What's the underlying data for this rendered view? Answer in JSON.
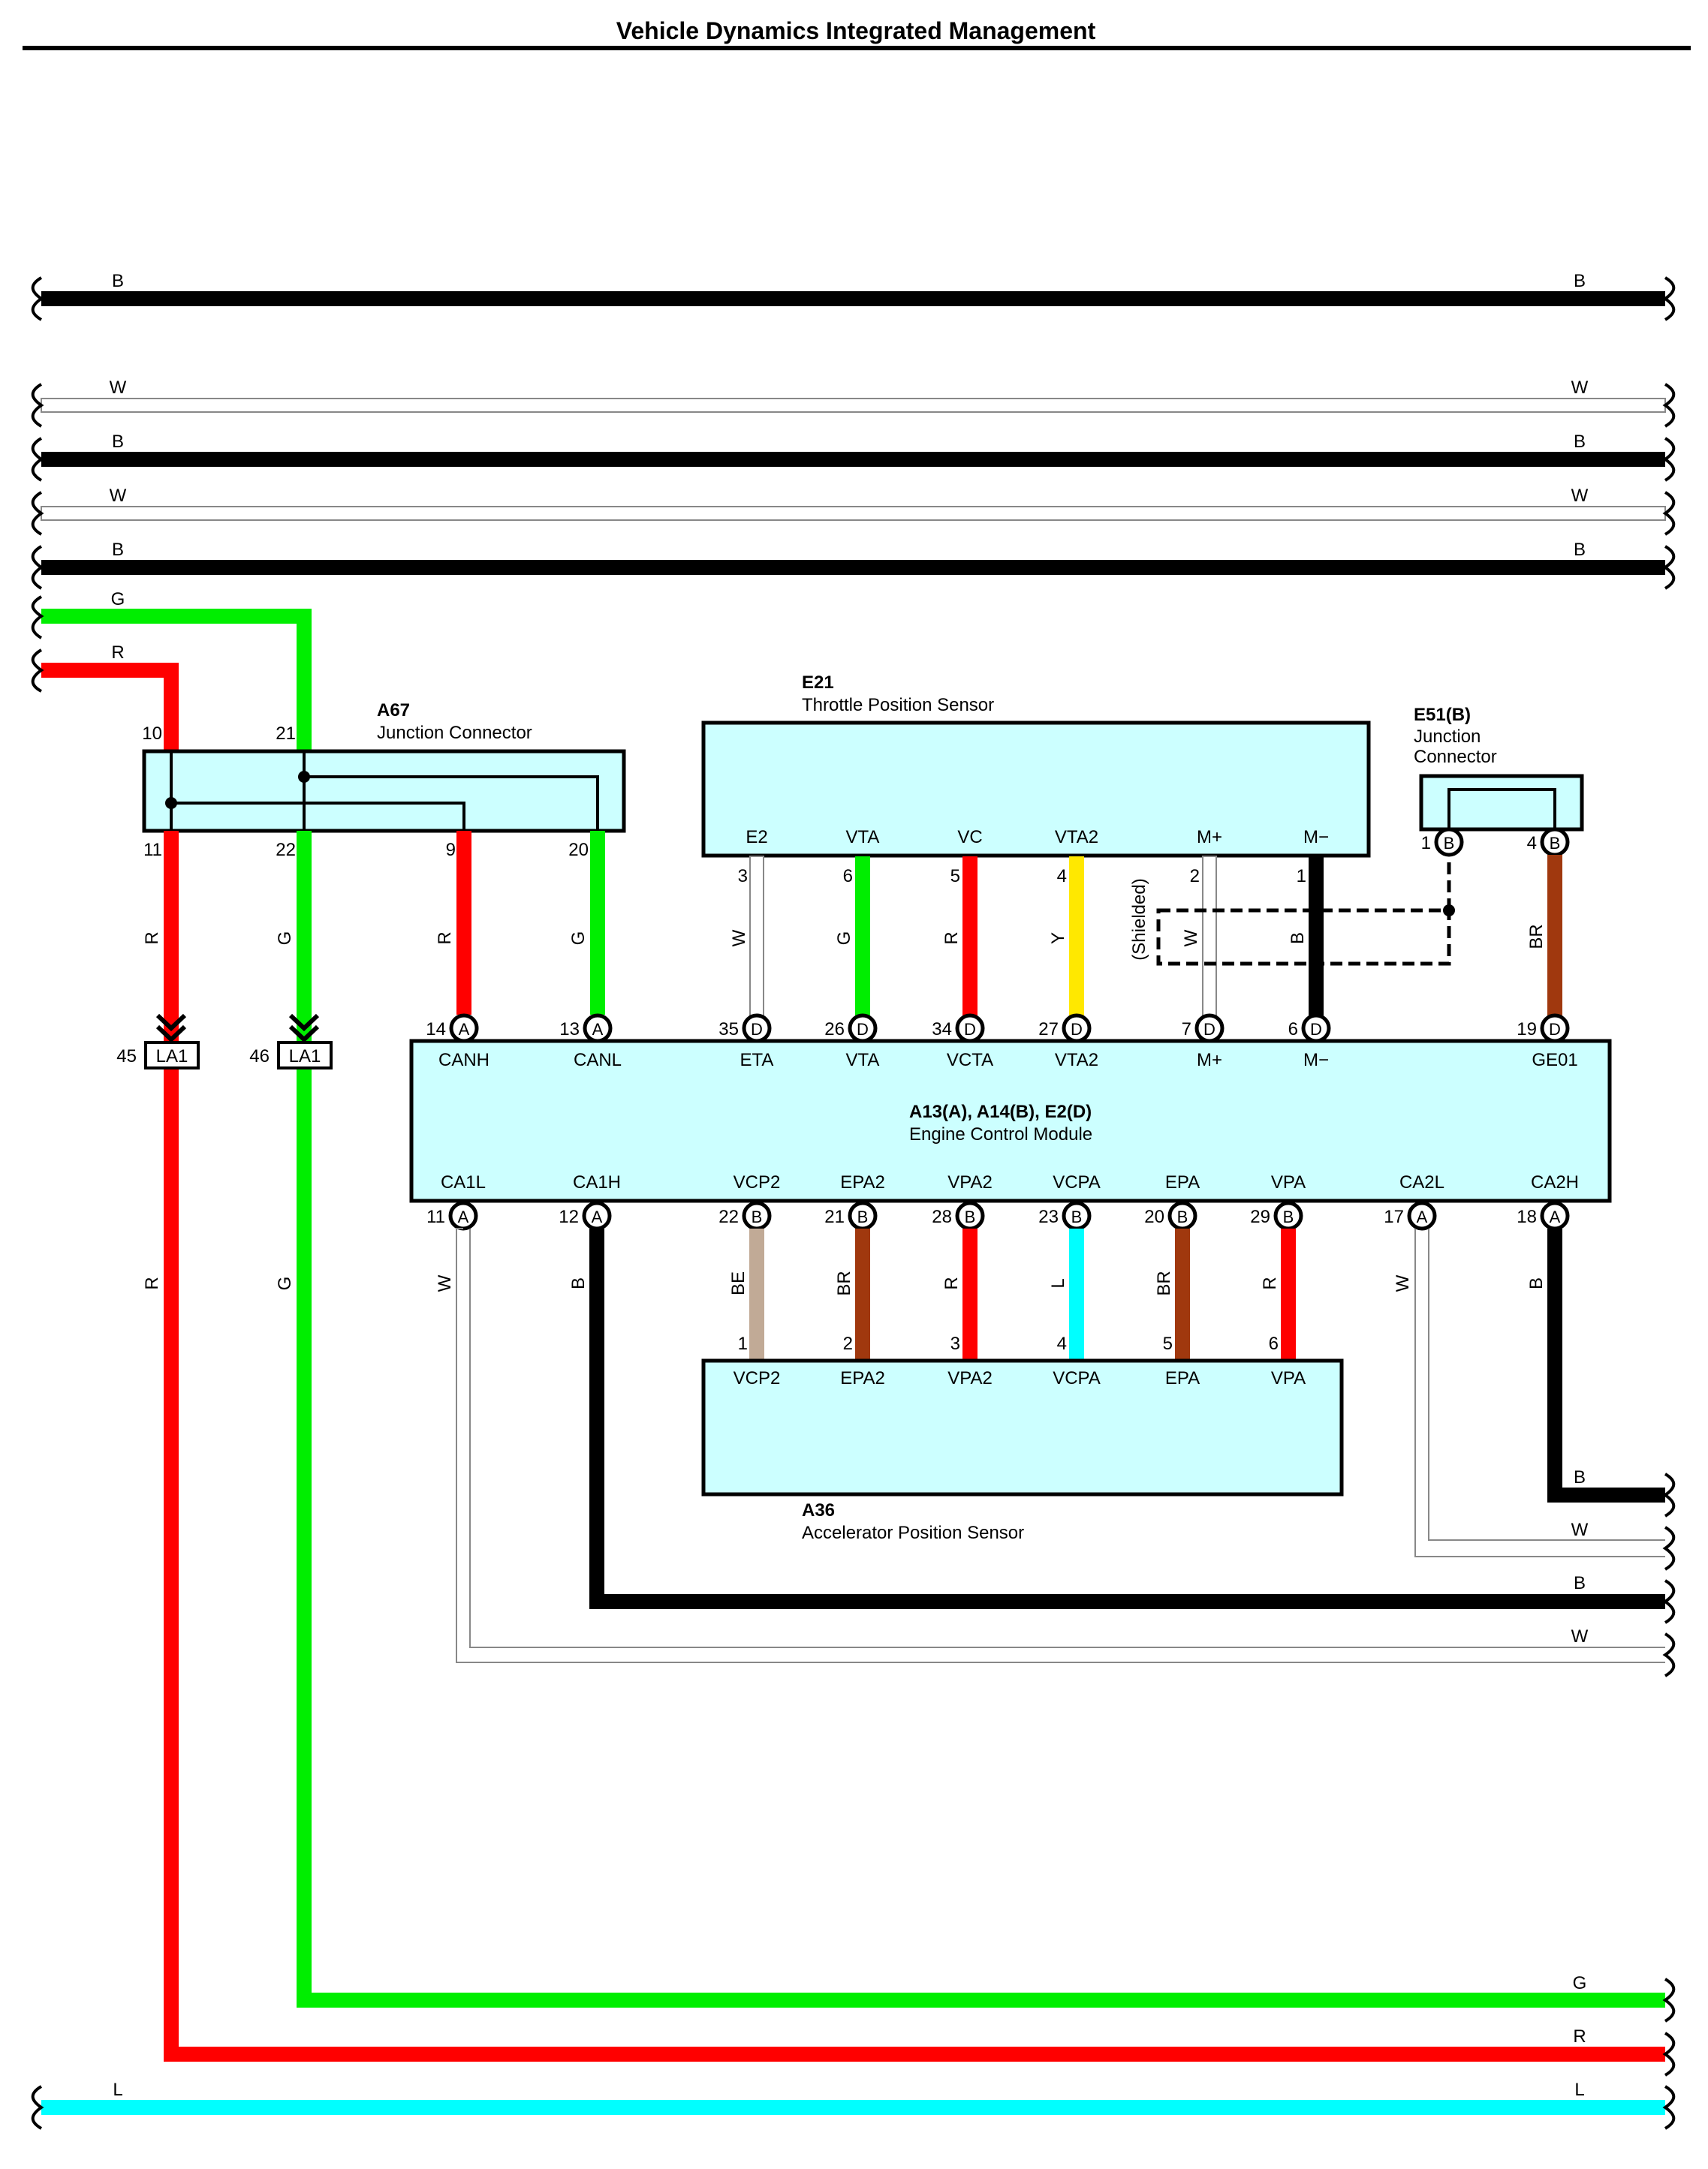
{
  "title": "Vehicle Dynamics Integrated Management",
  "colors": {
    "B": "#000000",
    "W": "#ffffff",
    "G": "#00ee00",
    "R": "#ff0000",
    "BR": "#a0380e",
    "Y": "#ffe800",
    "L": "#00ffff",
    "BE": "#c1aa96",
    "box_fill": "#ccffff"
  },
  "components": {
    "a67": {
      "id": "A67",
      "name": "Junction Connector"
    },
    "e21": {
      "id": "E21",
      "name": "Throttle Position Sensor",
      "pins": [
        "E2",
        "VTA",
        "VC",
        "VTA2",
        "M+",
        "M−"
      ]
    },
    "e51": {
      "id": "E51(B)",
      "name_line1": "Junction",
      "name_line2": "Connector"
    },
    "ecm": {
      "id": "A13(A), A14(B), E2(D)",
      "name": "Engine Control Module",
      "top_pins": [
        "CANH",
        "CANL",
        "ETA",
        "VTA",
        "VCTA",
        "VTA2",
        "M+",
        "M−",
        "GE01"
      ],
      "bottom_pins": [
        "CA1L",
        "CA1H",
        "VCP2",
        "EPA2",
        "VPA2",
        "VCPA",
        "EPA",
        "VPA",
        "CA2L",
        "CA2H"
      ]
    },
    "a36": {
      "id": "A36",
      "name": "Accelerator Position Sensor",
      "pins": [
        "VCP2",
        "EPA2",
        "VPA2",
        "VCPA",
        "EPA",
        "VPA"
      ]
    }
  },
  "shielded_label": "(Shielded)",
  "connector_la1": "LA1",
  "connector_la1_pins": [
    "45",
    "46"
  ],
  "bus_lines": [
    "B",
    "W",
    "B",
    "W",
    "B"
  ],
  "left_labels": {
    "g": "G",
    "r": "R",
    "l": "L"
  },
  "right_labels": [
    "B",
    "W",
    "B",
    "W",
    "G",
    "R",
    "L"
  ],
  "a67_pins": [
    "10",
    "21",
    "11",
    "22",
    "9",
    "20"
  ],
  "a67_wire_labels": [
    "R",
    "G",
    "R",
    "G"
  ],
  "e21_wires": [
    {
      "pin": "3",
      "color": "W",
      "ecm_pin": "35",
      "ecm_conn": "D"
    },
    {
      "pin": "6",
      "color": "G",
      "ecm_pin": "26",
      "ecm_conn": "D"
    },
    {
      "pin": "5",
      "color": "R",
      "ecm_pin": "34",
      "ecm_conn": "D"
    },
    {
      "pin": "4",
      "color": "Y",
      "ecm_pin": "27",
      "ecm_conn": "D"
    },
    {
      "pin": "2",
      "color": "W",
      "ecm_pin": "7",
      "ecm_conn": "D"
    },
    {
      "pin": "1",
      "color": "B",
      "ecm_pin": "6",
      "ecm_conn": "D"
    }
  ],
  "e51_pins": [
    {
      "pin": "1",
      "conn": "B"
    },
    {
      "pin": "4",
      "conn": "B"
    }
  ],
  "e51_wire": {
    "color": "BR",
    "ecm_pin": "19",
    "ecm_conn": "D"
  },
  "can_ecm_pins": [
    {
      "pin": "14",
      "conn": "A"
    },
    {
      "pin": "13",
      "conn": "A"
    }
  ],
  "ecm_bottom_terminals": [
    {
      "pin": "11",
      "conn": "A",
      "color": "W"
    },
    {
      "pin": "12",
      "conn": "A",
      "color": "B"
    },
    {
      "pin": "22",
      "conn": "B",
      "color": "BE"
    },
    {
      "pin": "21",
      "conn": "B",
      "color": "BR"
    },
    {
      "pin": "28",
      "conn": "B",
      "color": "R"
    },
    {
      "pin": "23",
      "conn": "B",
      "color": "L"
    },
    {
      "pin": "20",
      "conn": "B",
      "color": "BR"
    },
    {
      "pin": "29",
      "conn": "B",
      "color": "R"
    },
    {
      "pin": "17",
      "conn": "A",
      "color": "W"
    },
    {
      "pin": "18",
      "conn": "A",
      "color": "B"
    }
  ],
  "a36_pin_numbers": [
    "1",
    "2",
    "3",
    "4",
    "5",
    "6"
  ],
  "lower_left_labels": [
    "R",
    "G"
  ]
}
